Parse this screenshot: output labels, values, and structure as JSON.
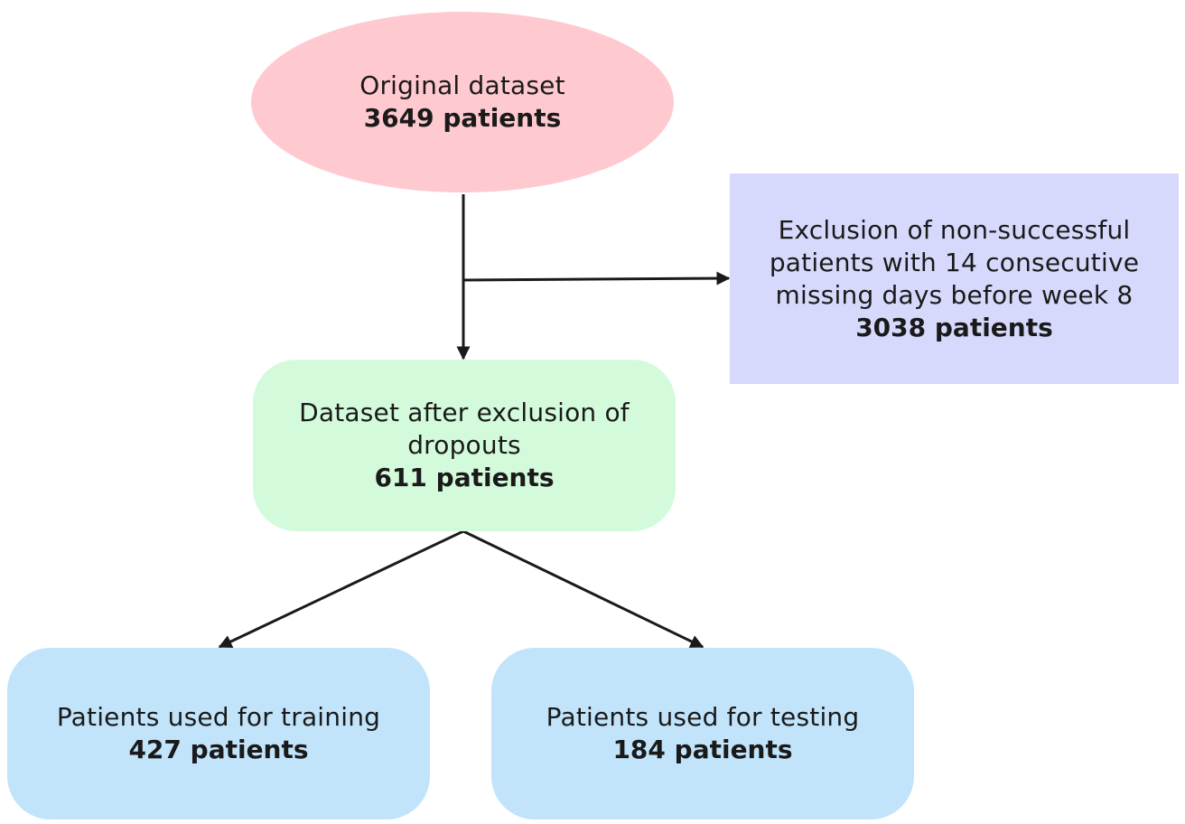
{
  "nodes": {
    "original": {
      "label": "Original dataset",
      "count": "3649 patients",
      "color": "#ffc9d0"
    },
    "exclusion": {
      "label": "Exclusion of non-successful patients with 14 consecutive missing days before week 8",
      "count": "3038 patients",
      "color": "#d7d9fc"
    },
    "after_exclusion": {
      "label": "Dataset after exclusion of dropouts",
      "count": "611 patients",
      "color": "#d3fbdb"
    },
    "training": {
      "label": "Patients used for training",
      "count": "427 patients",
      "color": "#c1e4fb"
    },
    "testing": {
      "label": "Patients used for testing",
      "count": "184 patients",
      "color": "#c1e4fb"
    }
  },
  "edges": [
    {
      "from": "original",
      "to": "after_exclusion"
    },
    {
      "from": "original",
      "to": "exclusion"
    },
    {
      "from": "after_exclusion",
      "to": "training"
    },
    {
      "from": "after_exclusion",
      "to": "testing"
    }
  ],
  "colors": {
    "connector": "#1a1a1a"
  }
}
